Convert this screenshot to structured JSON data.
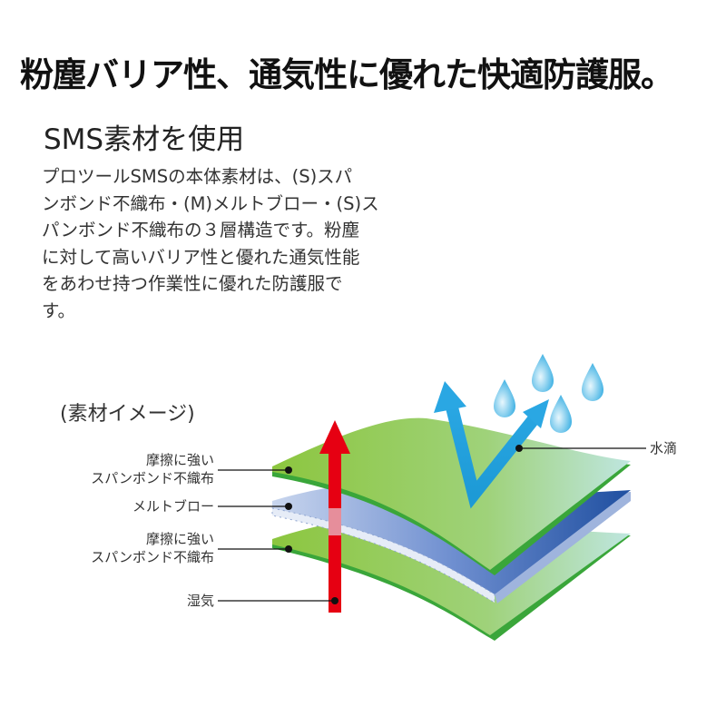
{
  "title": "粉塵バリア性、通気性に優れた快適防護服。",
  "subtitle": "SMS素材を使用",
  "body_lines": [
    "プロツールSMSの本体素材は、(S)スパ",
    "ンボンド不織布・(M)メルトブロー・(S)ス",
    "パンボンド不織布の３層構造です。粉塵",
    "に対して高いバリア性と優れた通気性能",
    "をあわせ持つ作業性に優れた防護服で",
    "す。"
  ],
  "diagram": {
    "caption": "(素材イメージ)",
    "labels": {
      "top_layer": [
        "摩擦に強い",
        "スパンボンド不織布"
      ],
      "middle_layer": "メルトブロー",
      "bottom_layer": [
        "摩擦に強い",
        "スパンボンド不織布"
      ],
      "moisture": "湿気",
      "water": "水滴"
    },
    "colors": {
      "green": "#8cc63f",
      "blue": "#1f4fa0",
      "red": "#e60012",
      "water": "#29a8e0"
    }
  }
}
